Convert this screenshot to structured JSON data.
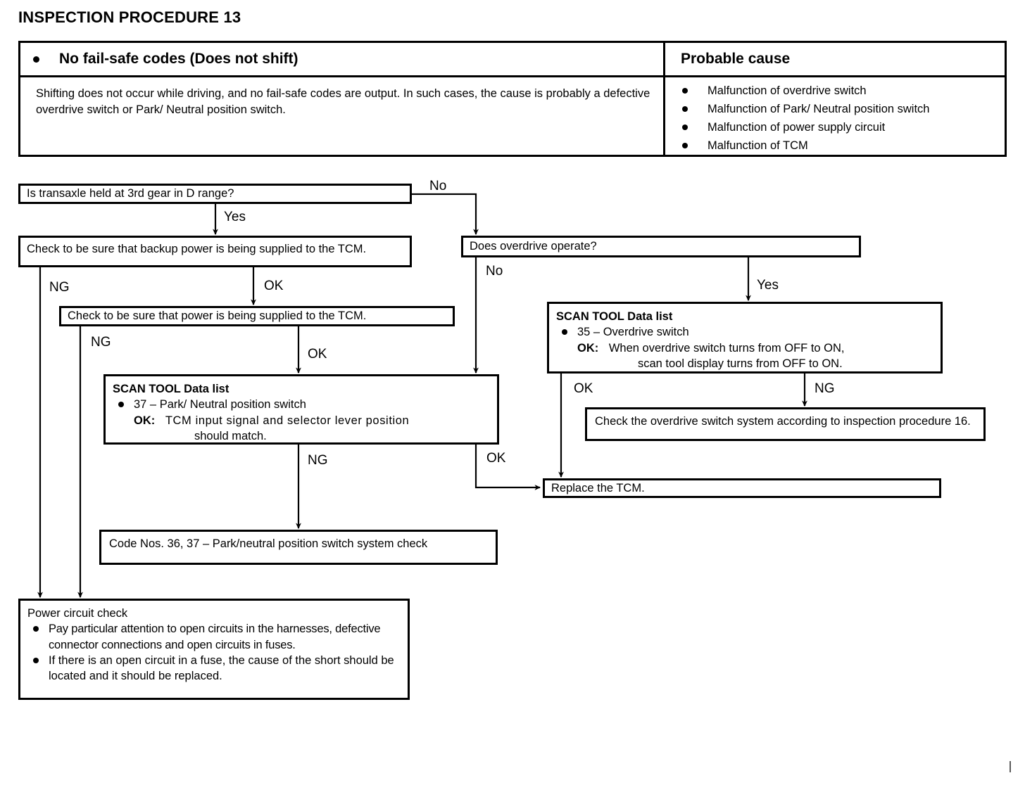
{
  "page": {
    "title": "INSPECTION PROCEDURE 13"
  },
  "symptom_table": {
    "symptom_header": "No fail-safe codes (Does not shift)",
    "cause_header": "Probable cause",
    "symptom_description": "Shifting does not occur while driving, and no fail-safe codes are output.  In such cases, the cause is probably a defective overdrive switch or Park/ Neutral position switch.",
    "causes": [
      "Malfunction of overdrive switch",
      "Malfunction of Park/ Neutral position switch",
      "Malfunction of power supply circuit",
      "Malfunction of TCM"
    ]
  },
  "flowchart": {
    "nodes": {
      "q_transaxle": "Is transaxle held at 3rd gear in D range?",
      "check_backup_power": "Check to be sure that backup power is being supplied to the TCM.",
      "q_overdrive": "Does overdrive operate?",
      "check_power": "Check to be sure that power is being supplied to the TCM.",
      "scan_overdrive": {
        "title": "SCAN TOOL  Data list",
        "item": "35 – Overdrive switch",
        "ok_label": "OK:",
        "ok_text": "When overdrive switch turns from OFF to ON,",
        "ok_text2": "scan tool display turns from OFF to ON."
      },
      "scan_park_neutral": {
        "title": "SCAN TOOL  Data list",
        "item": "37 – Park/ Neutral position switch",
        "ok_label": "OK:",
        "ok_text": "TCM input signal and selector lever position",
        "ok_text2": "should match."
      },
      "check_overdrive_system": "Check the overdrive switch system according to inspection procedure 16.",
      "replace_tcm": "Replace the TCM.",
      "code_nos": "Code Nos. 36, 37 – Park/neutral position switch system check",
      "power_circuit_check": {
        "title": "Power circuit check",
        "items": [
          "Pay particular attention to open circuits in the harnesses, defective connector connections and open circuits in fuses.",
          "If there is an open circuit in a fuse, the cause of the short should be located and it should be replaced."
        ]
      }
    },
    "edge_labels": {
      "no_transaxle": "No",
      "yes_transaxle": "Yes",
      "ng_backup": "NG",
      "ok_backup": "OK",
      "no_overdrive": "No",
      "yes_overdrive": "Yes",
      "ng_power": "NG",
      "ok_power": "OK",
      "ok_scan_overdrive": "OK",
      "ng_scan_overdrive": "NG",
      "ng_scan_park": "NG",
      "ok_scan_park": "OK"
    }
  },
  "colors": {
    "ink": "#000000",
    "paper": "#ffffff"
  }
}
